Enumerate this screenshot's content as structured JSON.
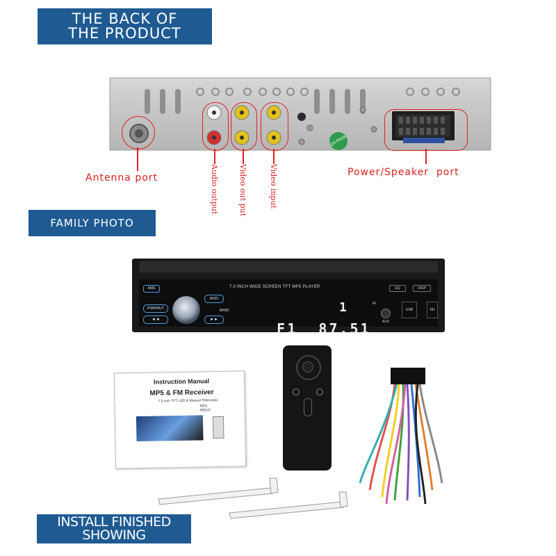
{
  "banners": {
    "back": [
      "THE BACK OF",
      "THE PRODUCT"
    ],
    "family": "FAMILY PHOTO",
    "install": [
      "INSTALL FINISHED",
      "SHOWING"
    ]
  },
  "back_panel": {
    "antenna_label": "Antenna port",
    "power_label": "Power/Speaker  port",
    "audio_output_label": "Audio output",
    "video_output_label": "Video out put",
    "video_input_label": "Video input",
    "sticker_text": "QA PASS"
  },
  "head_unit": {
    "model_strip": "7.0 INCH WIDE SCREEN TFT  MP5 PLAYER",
    "display_text": "F1  87.51",
    "display_channel": "1",
    "buttons": {
      "ams": "AMS",
      "eq": "EQ",
      "disp": "DISP",
      "mod": "MOD",
      "pwr_mut": "PWR/MUT",
      "band": "BAND",
      "usb": "USB",
      "sd": "SD",
      "aux": "AUX",
      "ir": "IR",
      "prev": "◄◄",
      "next": "►►"
    }
  },
  "manual": {
    "title": "Instruction Manual",
    "subtitle": "MP5 & FM  Receiver",
    "line1": "7.0 inch TFT LED & Manual Telescopic",
    "line2": "9601",
    "line3": "9601G"
  },
  "colors": {
    "banner_bg": "#1f5b92",
    "callout": "#e02020",
    "label_red": "#d82020",
    "panel": "#c8c9c8"
  }
}
